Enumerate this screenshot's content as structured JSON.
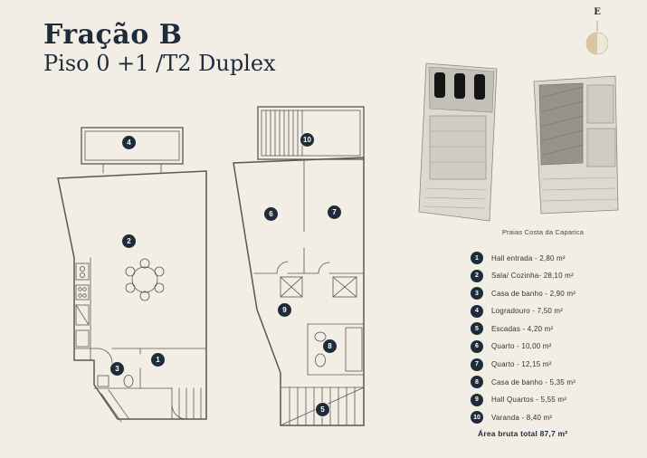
{
  "header": {
    "title": "Fração B",
    "subtitle": "Piso 0 +1 /T2 Duplex"
  },
  "compass": {
    "label": "E"
  },
  "site": {
    "caption": "Praias Costa da Caparica"
  },
  "legend": {
    "items": [
      {
        "num": "1",
        "label": "Hall entrada - 2,80 m²"
      },
      {
        "num": "2",
        "label": "Sala/ Cozinha- 28,10 m²"
      },
      {
        "num": "3",
        "label": "Casa de banho - 2,90 m²"
      },
      {
        "num": "4",
        "label": "Logradouro - 7,50 m²"
      },
      {
        "num": "5",
        "label": "Escadas - 4,20 m²"
      },
      {
        "num": "6",
        "label": "Quarto - 10,00 m²"
      },
      {
        "num": "7",
        "label": "Quarto - 12,15 m²"
      },
      {
        "num": "8",
        "label": "Casa de banho - 5,35 m²"
      },
      {
        "num": "9",
        "label": "Hall Quartos - 5,55 m²"
      },
      {
        "num": "10",
        "label": "Varanda - 8,40 m²"
      }
    ],
    "total": "Área bruta total 87,7 m²"
  },
  "plans": {
    "ground": {
      "markers": [
        "4",
        "2",
        "3",
        "1"
      ]
    },
    "upper": {
      "markers": [
        "10",
        "6",
        "7",
        "9",
        "8",
        "5"
      ]
    }
  },
  "colors": {
    "background": "#f2eee6",
    "ink": "#1e2c3a",
    "plan_line": "#5a5751",
    "site_fill": "#dcd9d0"
  }
}
